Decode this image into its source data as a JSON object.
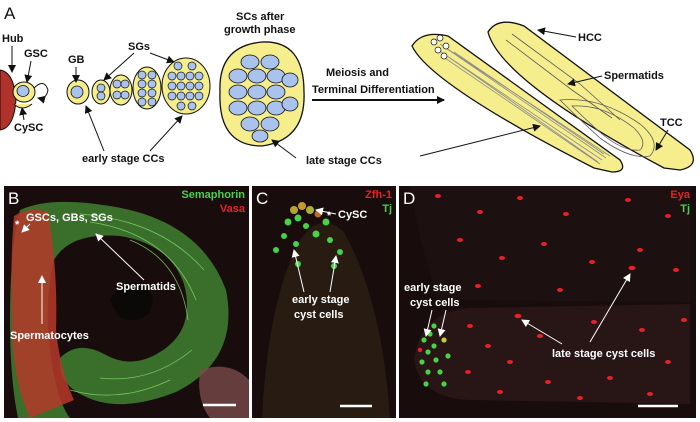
{
  "panel_a": {
    "letter": "A",
    "hub": "Hub",
    "gsc": "GSC",
    "cysc": "CySC",
    "gb": "GB",
    "sgs": "SGs",
    "early_ccs": "early stage CCs",
    "after_growth_l1": "SCs after",
    "after_growth_l2": "growth phase",
    "meiosis_l1": "Meiosis and",
    "meiosis_l2": "Terminal Differentiation",
    "late_ccs": "late stage CCs",
    "hcc": "HCC",
    "spermatids": "Spermatids",
    "tcc": "TCC"
  },
  "panel_b": {
    "letter": "B",
    "stain1": "Semaphorin",
    "stain2": "Vasa",
    "label_gsc": "GSCs, GBs, SGs",
    "label_spermatids": "Spermatids",
    "label_spermatocytes": "Spermatocytes",
    "asterisk": "*"
  },
  "panel_c": {
    "letter": "C",
    "stain1": "Zfh-1",
    "stain2": "Tj",
    "label_cysc": "CySC",
    "label_early_l1": "early stage",
    "label_early_l2": "cyst cells"
  },
  "panel_d": {
    "letter": "D",
    "stain1": "Eya",
    "stain2": "Tj",
    "label_early_l1": "early stage",
    "label_early_l2": "cyst cells",
    "label_late": "late stage cyst cells"
  },
  "colors": {
    "cyst_fill": "#f6ee8c",
    "germ_fill": "#a9c3ee",
    "hub": "#b0322a",
    "green": "#47d247",
    "red": "#e8202a",
    "micro_bg": "#180c0c"
  }
}
